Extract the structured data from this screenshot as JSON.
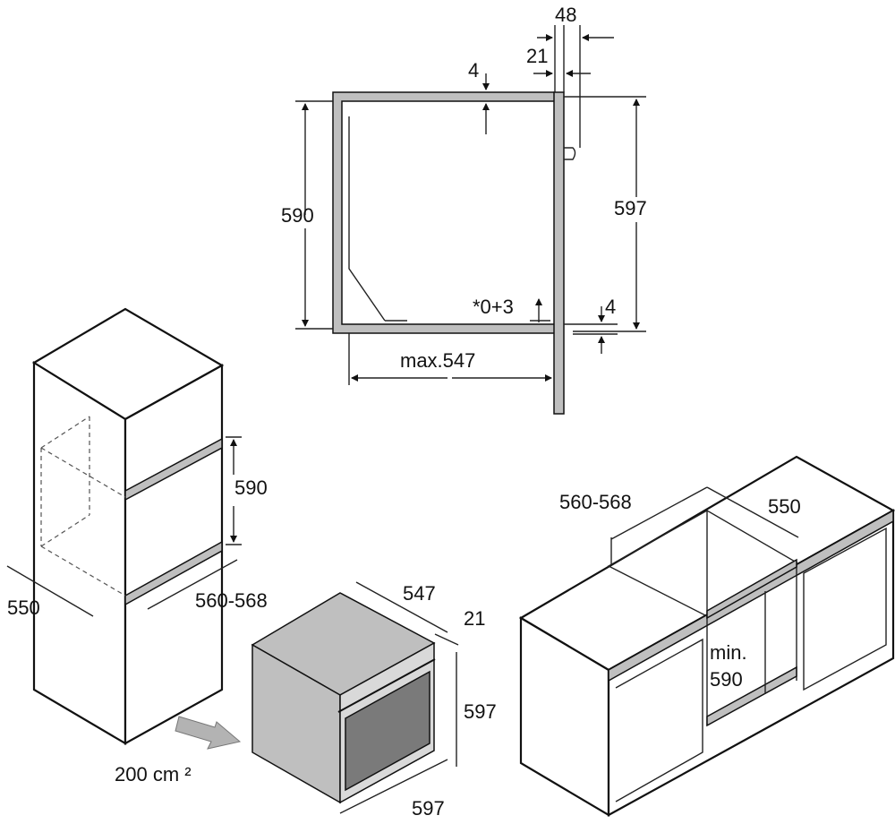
{
  "colors": {
    "line": "#111111",
    "panel": "#bfbfbf",
    "shade": "#7a7a7a",
    "arrow": "#b3b3b3"
  },
  "side_view": {
    "dim_48": "48",
    "dim_21": "21",
    "dim_4_top": "4",
    "dim_590": "590",
    "dim_597": "597",
    "dim_tolerance": "*0+3",
    "dim_4_bottom": "4",
    "dim_max547": "max.547"
  },
  "tall_unit": {
    "dim_590": "590",
    "dim_550": "550",
    "dim_560_568": "560-568",
    "vent_area": "200 cm ²"
  },
  "oven": {
    "dim_547": "547",
    "dim_21": "21",
    "dim_597_height": "597",
    "dim_597_width": "597"
  },
  "base_unit": {
    "dim_560_568": "560-568",
    "dim_550": "550",
    "dim_min": "min.",
    "dim_590": "590"
  }
}
